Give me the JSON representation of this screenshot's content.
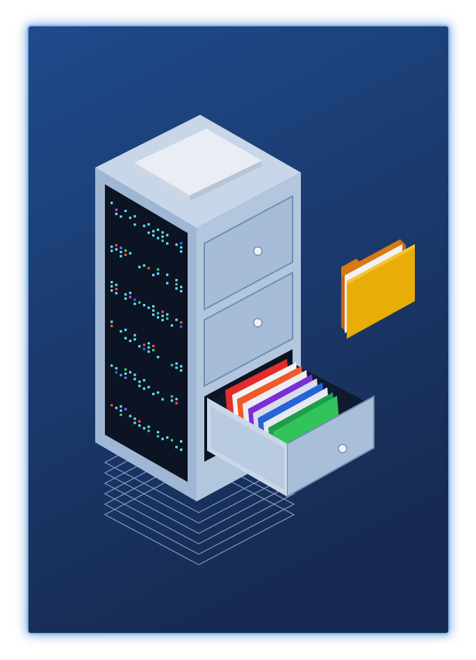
{
  "scene": {
    "subject": "server-cabinet-with-open-file-drawer",
    "icons": [
      "server-rack-icon",
      "file-drawer-icon",
      "folder-icon"
    ],
    "colors": {
      "background_top": "#1f4a8c",
      "background_bottom": "#172c55",
      "cabinet_light": "#c2d2e4",
      "cabinet_mid": "#a9bfd8",
      "cabinet_dark": "#7f9bbd",
      "rack_panel": "#0c1322",
      "folder_yellow": "#e8ad07",
      "folder_orange": "#d97a0f",
      "grid_lines": "#a9c6ea"
    },
    "drawer_files": [
      "red",
      "orange",
      "white",
      "purple",
      "blue",
      "green"
    ],
    "led_colors": [
      "#5ee0ff",
      "#3ad17a",
      "#ff4b4b",
      "#a35cff",
      "#2f6bff"
    ]
  }
}
